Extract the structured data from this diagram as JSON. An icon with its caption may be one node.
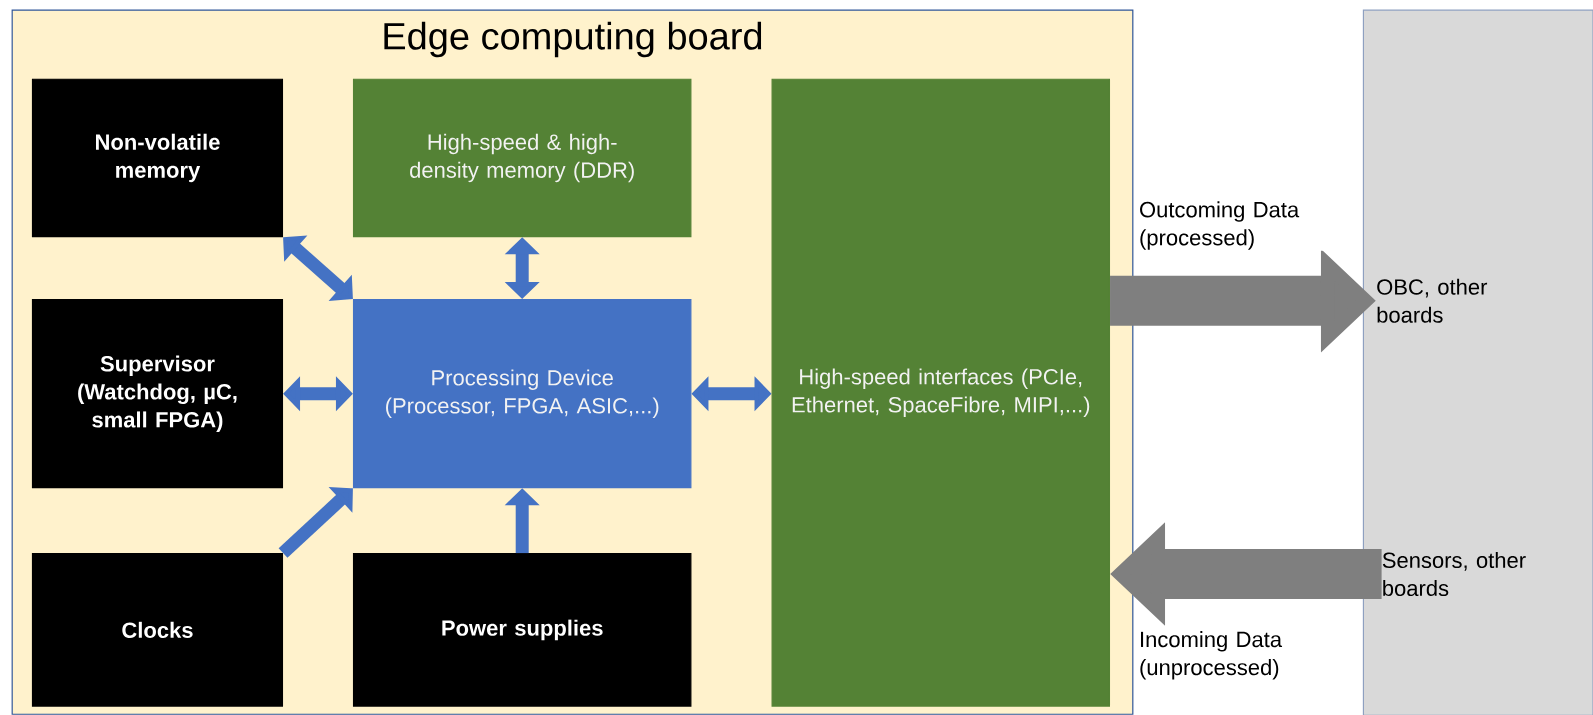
{
  "diagram": {
    "nodes": [
      {
        "text": [
          "Edge computing board"
        ]
      },
      {
        "text": [
          "Non-volatile memory"
        ],
        "in": 0
      },
      {
        "text": [
          "High-speed & high-density memory (DDR)"
        ],
        "in": 0
      },
      {
        "text": [
          "Supervisor (Watchdog, µC, small FPGA)"
        ],
        "in": 0
      },
      {
        "text": [
          "Processing Device (Processor, FPGA, ASIC,...)"
        ],
        "in": 0
      },
      {
        "text": [
          "Clocks"
        ],
        "in": 0
      },
      {
        "text": [
          "Power supplies"
        ],
        "in": 0
      },
      {
        "text": [
          "High-speed interfaces (PCIe, Ethernet, SpaceFibre, MIPI,...)"
        ],
        "in": 0
      },
      {
        "text": [],
        "shape": "box"
      },
      {
        "text": [
          "OBC, other boards"
        ],
        "in": 8
      },
      {
        "text": [
          "Sensors, other boards"
        ],
        "in": 8
      }
    ],
    "edges": [
      {
        "from": 1,
        "to": 4,
        "arrow": "both"
      },
      {
        "from": 2,
        "to": 4,
        "arrow": "both"
      },
      {
        "from": 3,
        "to": 4,
        "arrow": "both"
      },
      {
        "from": 5,
        "to": 4,
        "arrow": "to"
      },
      {
        "from": 6,
        "to": 4,
        "arrow": "to"
      },
      {
        "from": 4,
        "to": 7,
        "arrow": "both"
      },
      {
        "from": 7,
        "to": 9,
        "arrow": "to",
        "label": "Outcoming Data (processed)",
        "style": "thick",
        "color": "#7f7f7f"
      },
      {
        "from": 10,
        "to": 7,
        "arrow": "to",
        "label": "Incoming Data (unprocessed)",
        "style": "thick",
        "color": "#7f7f7f"
      }
    ]
  }
}
